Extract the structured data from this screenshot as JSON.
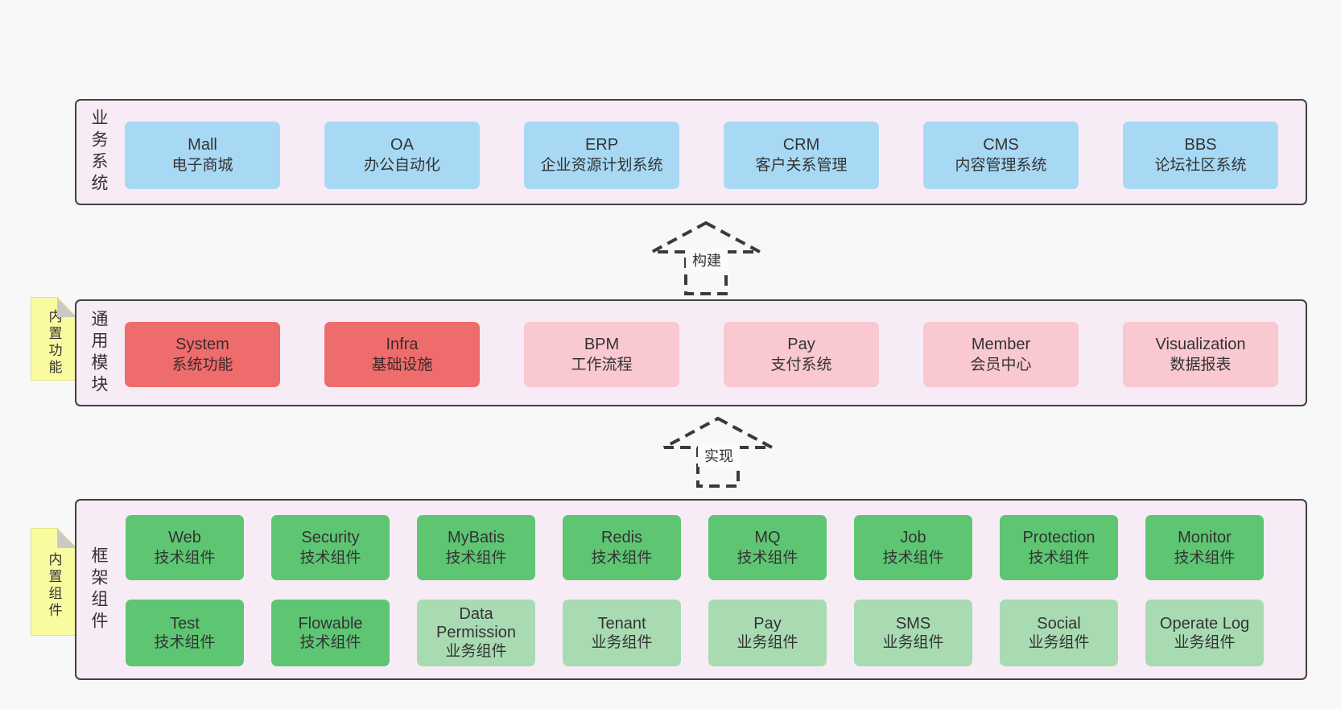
{
  "diagram": {
    "colors": {
      "page_bg": "#f8f8f8",
      "container_bg": "#f7ecf6",
      "container_border": "#404040",
      "blue_box": "#a8d9f4",
      "red_box": "#ee6c6c",
      "pink_box": "#f9c8d0",
      "green_box": "#5ec673",
      "green_light_box": "#a9dbb3",
      "note_yellow": "#fafaa1",
      "arrow_dash": "#3a3a3a"
    },
    "arrows": [
      {
        "label": "构建"
      },
      {
        "label": "实现"
      }
    ],
    "layers": {
      "business": {
        "label": "业务系统",
        "boxes": [
          {
            "title": "Mall",
            "subtitle": "电子商城"
          },
          {
            "title": "OA",
            "subtitle": "办公自动化"
          },
          {
            "title": "ERP",
            "subtitle": "企业资源计划系统"
          },
          {
            "title": "CRM",
            "subtitle": "客户关系管理"
          },
          {
            "title": "CMS",
            "subtitle": "内容管理系统"
          },
          {
            "title": "BBS",
            "subtitle": "论坛社区系统"
          }
        ]
      },
      "modules": {
        "label": "通用模块",
        "note": "内置功能",
        "boxes": [
          {
            "title": "System",
            "subtitle": "系统功能"
          },
          {
            "title": "Infra",
            "subtitle": "基础设施"
          },
          {
            "title": "BPM",
            "subtitle": "工作流程"
          },
          {
            "title": "Pay",
            "subtitle": "支付系统"
          },
          {
            "title": "Member",
            "subtitle": "会员中心"
          },
          {
            "title": "Visualization",
            "subtitle": "数据报表"
          }
        ]
      },
      "framework": {
        "label": "框架组件",
        "note": "内置组件",
        "row1": [
          {
            "title": "Web",
            "subtitle": "技术组件"
          },
          {
            "title": "Security",
            "subtitle": "技术组件"
          },
          {
            "title": "MyBatis",
            "subtitle": "技术组件"
          },
          {
            "title": "Redis",
            "subtitle": "技术组件"
          },
          {
            "title": "MQ",
            "subtitle": "技术组件"
          },
          {
            "title": "Job",
            "subtitle": "技术组件"
          },
          {
            "title": "Protection",
            "subtitle": "技术组件"
          },
          {
            "title": "Monitor",
            "subtitle": "技术组件"
          }
        ],
        "row2": [
          {
            "title": "Test",
            "subtitle": "技术组件"
          },
          {
            "title": "Flowable",
            "subtitle": "技术组件"
          },
          {
            "title": "Data Permission",
            "subtitle": "业务组件"
          },
          {
            "title": "Tenant",
            "subtitle": "业务组件"
          },
          {
            "title": "Pay",
            "subtitle": "业务组件"
          },
          {
            "title": "SMS",
            "subtitle": "业务组件"
          },
          {
            "title": "Social",
            "subtitle": "业务组件"
          },
          {
            "title": "Operate Log",
            "subtitle": "业务组件"
          }
        ]
      }
    }
  }
}
